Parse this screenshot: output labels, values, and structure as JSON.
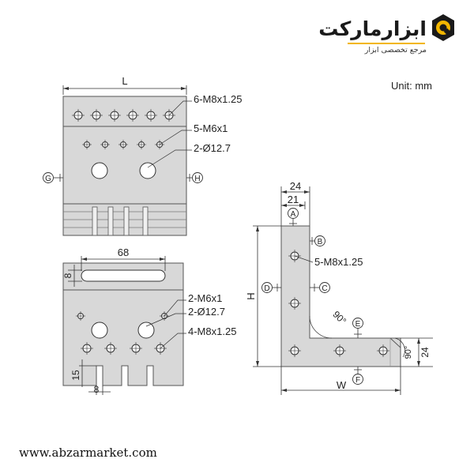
{
  "header": {
    "logo_main": "ابزارمارکت",
    "logo_sub": "مرجع تخصصی ابزار",
    "brand_color": "#1a1a1a",
    "accent_color": "#f2b600"
  },
  "unit_label": "Unit: mm",
  "footer_url": "www.abzarmarket.com",
  "top_view": {
    "dim_length": "L",
    "holes_top_label": "6-M8x1.25",
    "holes_mid_label": "5-M6x1",
    "bores_label": "2-Ø12.7",
    "ref_left": "G",
    "ref_right": "H"
  },
  "bottom_view": {
    "dim_slot_length": "68",
    "dim_slot_width": "8",
    "holes_a_label": "2-M6x1",
    "bores_label": "2-Ø12.7",
    "holes_b_label": "4-M8x1.25",
    "dim_slot_depth": "15",
    "dim_slot_gap": "8"
  },
  "side_view": {
    "dim_outer": "24",
    "dim_inner": "21",
    "dim_height": "H",
    "dim_width": "W",
    "dim_thickness": "24",
    "holes_label": "5-M8x1.25",
    "angle_inner": "90°",
    "angle_corner": "90°",
    "refs": [
      "A",
      "B",
      "C",
      "D",
      "E",
      "F"
    ]
  }
}
